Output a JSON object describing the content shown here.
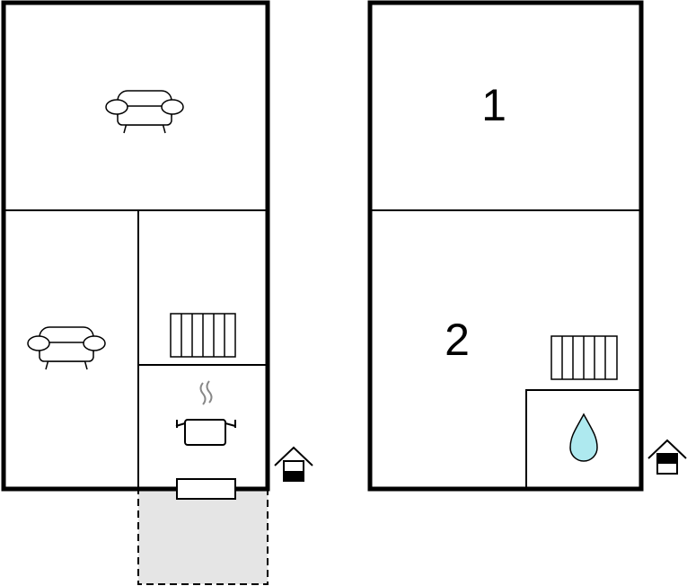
{
  "floor_plans": {
    "ground_floor": {
      "rooms": [
        "living-room",
        "living-room",
        "room-with-radiator",
        "kitchen"
      ],
      "icons": [
        "sofa-icon",
        "sofa-icon",
        "radiator-icon",
        "cooking-pot-icon",
        "entrance-icon"
      ],
      "features": [
        "entrance-step",
        "terrace"
      ]
    },
    "upper_floor": {
      "room_labels": {
        "bedroom_1": "1",
        "bedroom_2": "2"
      },
      "icons": [
        "radiator-icon",
        "water-drop-icon",
        "entrance-icon"
      ],
      "features": [
        "bathroom"
      ]
    }
  },
  "colors": {
    "wall": "#000000",
    "terrace_fill": "#e5e5e5",
    "water_drop": "#aee9ef",
    "steam": "#888888"
  }
}
